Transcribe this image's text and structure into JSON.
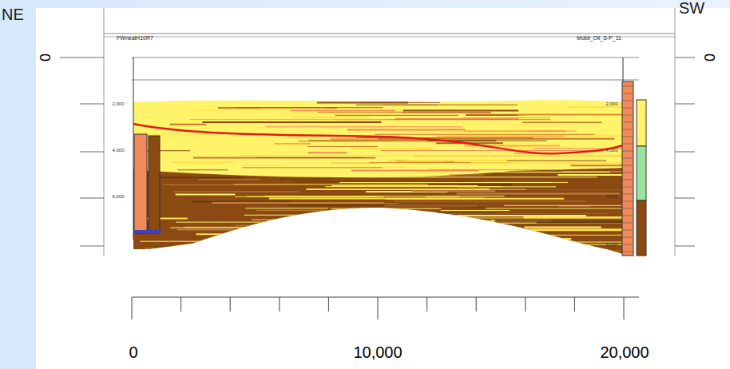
{
  "diagram": {
    "labels": [
      "NE",
      "SW",
      "FWnealH10R7",
      "Mobil_Oil_S-P_11",
      "0",
      "0",
      "2,000",
      "4,000",
      "6,000",
      "2,000",
      "4,000",
      "6,000",
      "8,000",
      "0",
      "10,000",
      "20,000"
    ]
  }
}
